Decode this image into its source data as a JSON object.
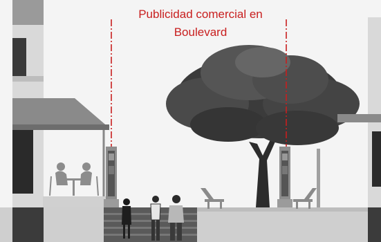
{
  "annotation": {
    "line1": "Publicidad comercial en",
    "line2": "Boulevard",
    "accent_color": "#c81e1e"
  },
  "icons": [
    "building-left",
    "awning",
    "cafe-people-silhouette",
    "advertising-totem",
    "tree",
    "pedestrians",
    "bench",
    "building-right"
  ]
}
